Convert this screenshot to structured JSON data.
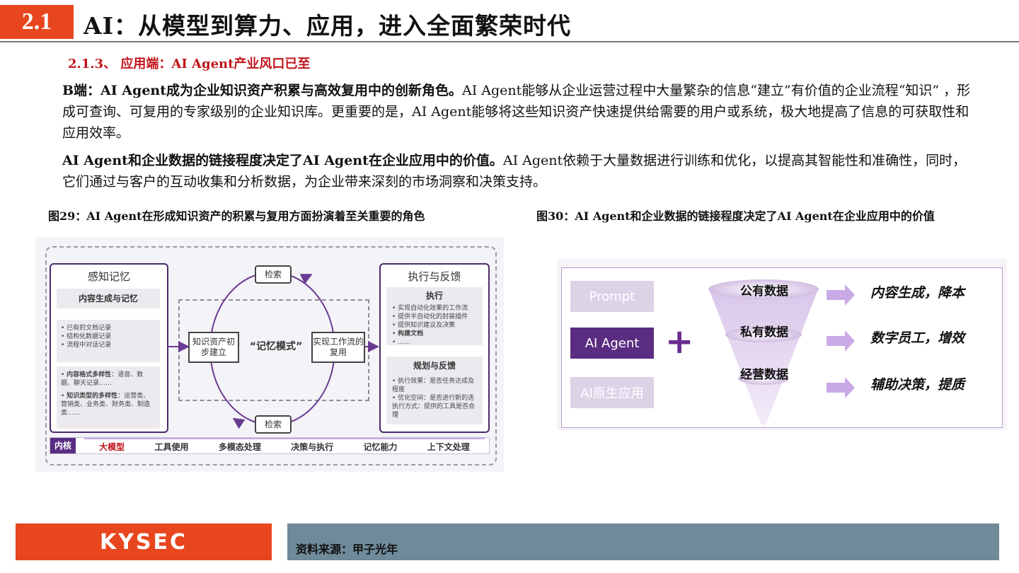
{
  "header": {
    "section_number": "2.1",
    "title": "AI：从模型到算力、应用，进入全面繁荣时代",
    "subsection": "2.1.3、 应用端：AI Agent产业风口已至"
  },
  "paragraphs": [
    {
      "bold": "B端：AI Agent成为企业知识资产积累与高效复用中的创新角色。",
      "text": "AI Agent能够从企业运营过程中大量繁杂的信息“建立”有价值的企业流程“知识” ，形成可查询、可复用的专家级别的企业知识库。更重要的是，AI Agent能够将这些知识资产快速提供给需要的用户或系统，极大地提高了信息的可获取性和应用效率。"
    },
    {
      "bold": "AI Agent和企业数据的链接程度决定了AI Agent在企业应用中的价值。",
      "text": "AI Agent依赖于大量数据进行训练和优化，以提高其智能性和准确性，同时，它们通过与客户的互动收集和分析数据，为企业带来深刻的市场洞察和决策支持。"
    }
  ],
  "figure29": {
    "caption": "图29：AI Agent在形成知识资产的积累与复用方面扮演着至关重要的角色",
    "left_panel": {
      "title": "感知记忆",
      "subtitle": "内容生成与记忆",
      "list1": [
        "已有的文档记录",
        "结构化数据记录",
        "流程中对话记录"
      ],
      "format_bold": "内容格式多样性",
      "format_text": "：语音、数据、聊天记录……",
      "type_bold": "知识类型的多样性",
      "type_text": "：运营类、营销类、业务类、财务类、制造类……"
    },
    "center": {
      "retrieve_top": "检索",
      "retrieve_bottom": "检索",
      "node_left": "知识资产初步建立",
      "mode": "“记忆模式”",
      "node_right": "实现工作流的复用"
    },
    "right_panel": {
      "title": "执行与反馈",
      "exec_title": "执行",
      "exec_items": [
        "实现自动化效果的工作流",
        "提供半自动化的封装插件",
        "提供知识建议及决策",
        "构建文档",
        "……"
      ],
      "plan_title": "规划与反馈",
      "plan_items": [
        "执行效果：是否任务达成及程度",
        "优化空间：是否进行新的迭执行方式：提供的工具是否合理"
      ]
    },
    "bottom_bar": {
      "core": "内核",
      "items": [
        "大模型",
        "工具使用",
        "多模态处理",
        "决策与执行",
        "记忆能力",
        "上下文处理"
      ]
    }
  },
  "figure30": {
    "caption": "图30：AI Agent和企业数据的链接程度决定了AI Agent在企业应用中的价值",
    "pills": [
      "Prompt",
      "AI Agent",
      "AI原生应用"
    ],
    "plus": "+",
    "data_layers": [
      "公有数据",
      "私有数据",
      "经营数据"
    ],
    "results": [
      "内容生成，降本",
      "数字员工，增效",
      "辅助决策，提质"
    ],
    "colors": {
      "pill_light": "#dcd3e7",
      "pill_dark": "#5a2d82",
      "arrow": "#c9a9e6",
      "plus": "#6a2c91"
    }
  },
  "footer": {
    "brand": "KYSEC",
    "source": "资料来源：甲子光年"
  }
}
